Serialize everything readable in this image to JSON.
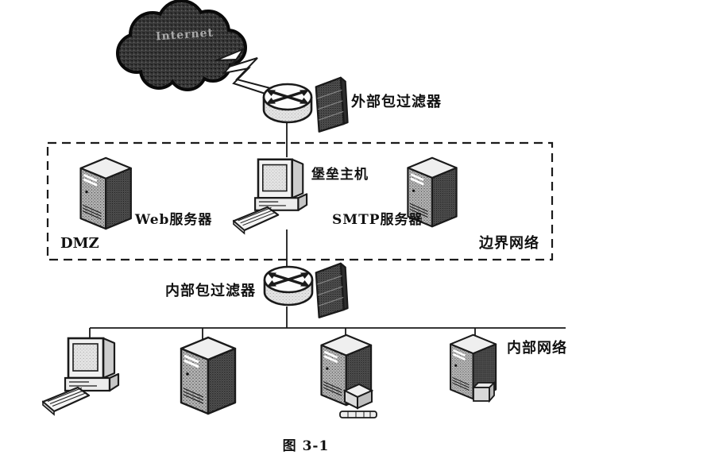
{
  "figure": {
    "caption": "图 3-1"
  },
  "colors": {
    "ink": "#1a1a1a",
    "paper": "#ffffff"
  },
  "internet_cloud": {
    "label": "Internet"
  },
  "labels": {
    "external_packet_filter": "外部包过滤器",
    "bastion_host": "堡垒主机",
    "web_server": "Web服务器",
    "smtp_server": "SMTP服务器",
    "dmz": "DMZ",
    "perimeter_network": "边界网络",
    "internal_packet_filter": "内部包过滤器",
    "internal_network": "内部网络"
  }
}
